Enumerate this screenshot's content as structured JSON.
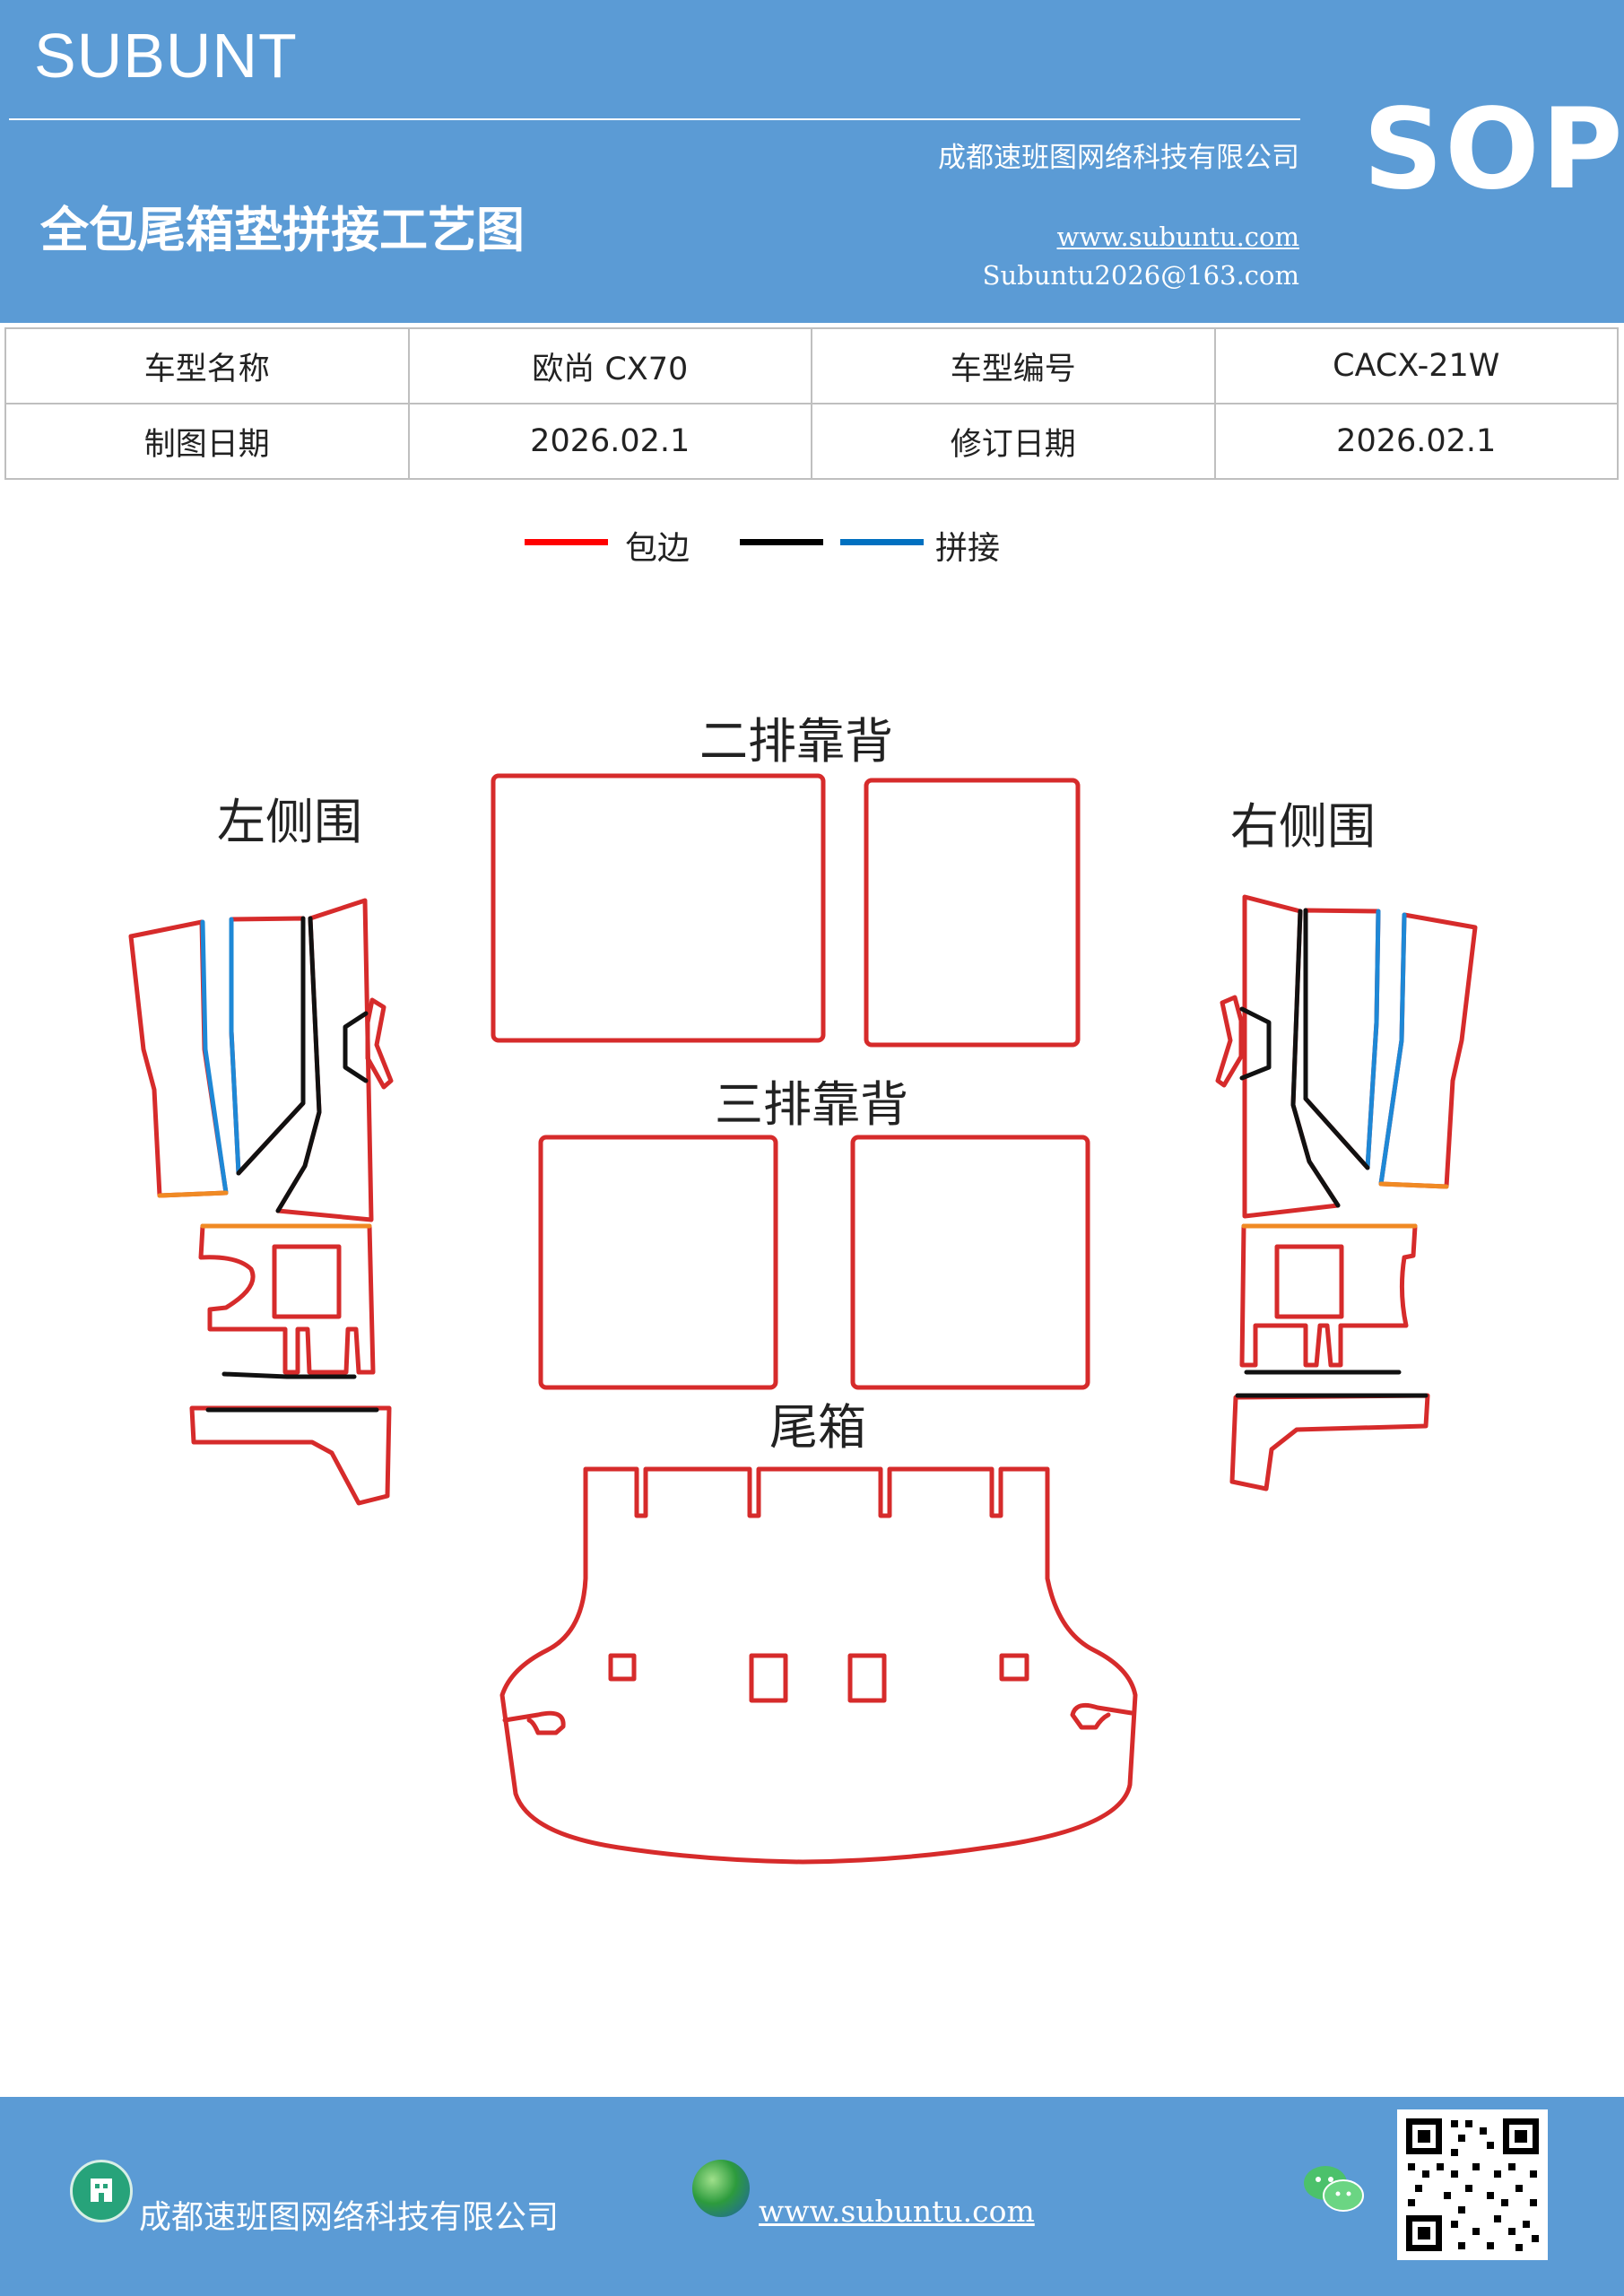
{
  "header": {
    "brand": "SUBUNT",
    "title": "全包尾箱垫拼接工艺图",
    "company": "成都速班图网络科技有限公司",
    "website": "www.subuntu.com",
    "email": "Subuntu2026@163.com",
    "badge": "SOP",
    "background_color": "#5b9bd5"
  },
  "info_table": {
    "rows": [
      [
        "车型名称",
        "欧尚 CX70",
        "车型编号",
        "CACX-21W"
      ],
      [
        "制图日期",
        "2026.02.1",
        "修订日期",
        "2026.02.1"
      ]
    ]
  },
  "legend": {
    "items": [
      {
        "label": "包边",
        "colors": [
          "#ff0000"
        ]
      },
      {
        "label": "拼接",
        "colors": [
          "#000000",
          "#0070c0"
        ]
      }
    ]
  },
  "diagram": {
    "labels": {
      "left_side": "左侧围",
      "right_side": "右侧围",
      "second_row": "二排靠背",
      "third_row": "三排靠背",
      "trunk": "尾箱"
    },
    "colors": {
      "edge": "#d62b2b",
      "seam_black": "#111111",
      "seam_blue": "#1e88d6",
      "orange": "#f08a24"
    }
  },
  "footer": {
    "company": "成都速班图网络科技有限公司",
    "website": "www.subuntu.com ",
    "icons": [
      "building-icon",
      "globe-icon",
      "wechat-icon",
      "qr-code"
    ]
  }
}
